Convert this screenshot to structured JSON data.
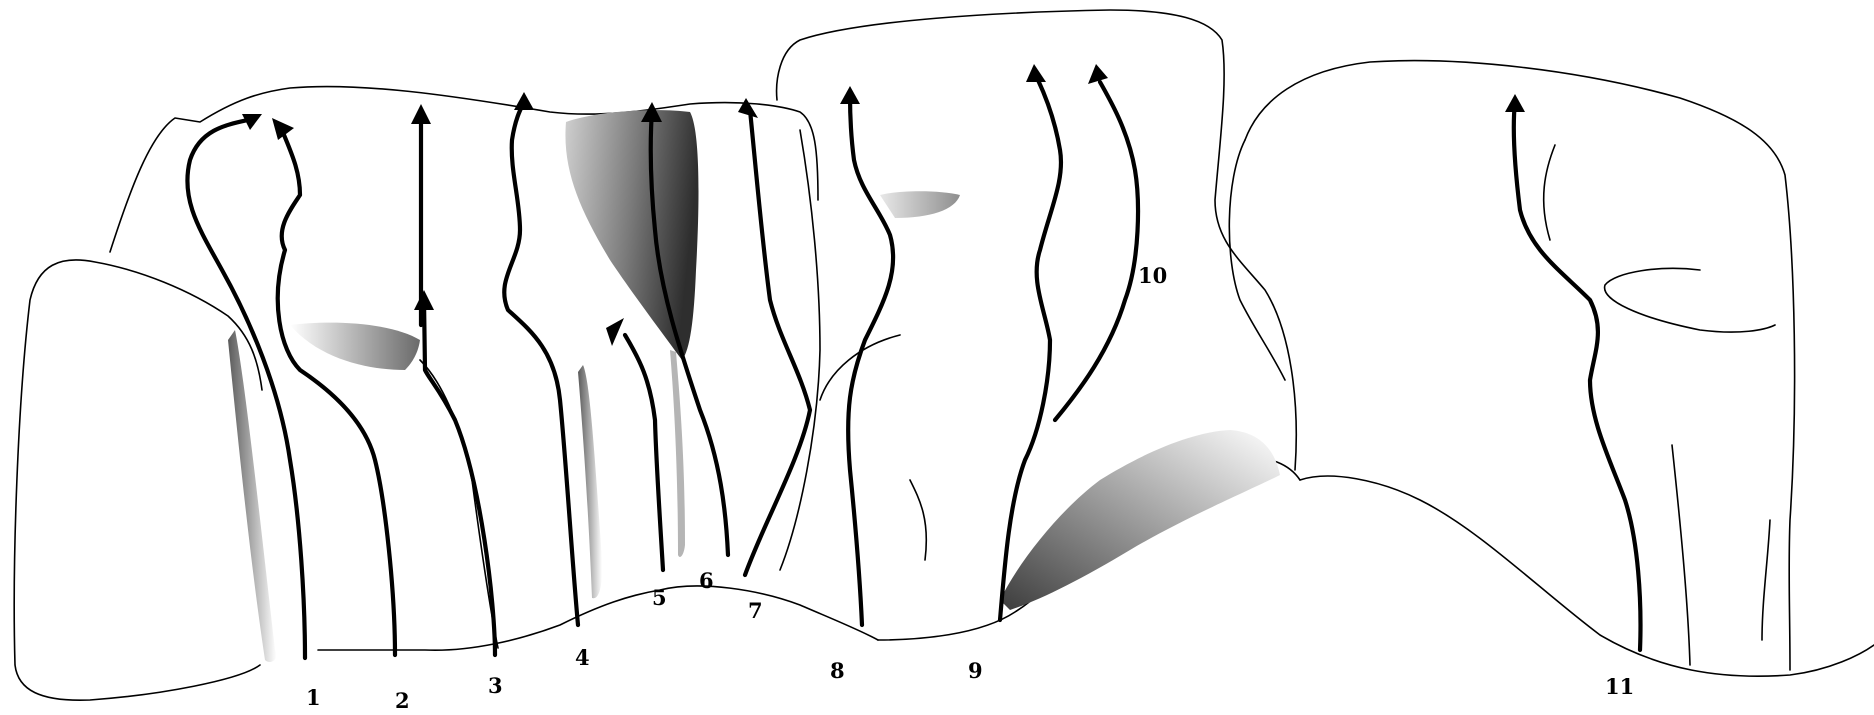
{
  "figure": {
    "labels": [
      "1",
      "2",
      "3",
      "4",
      "5",
      "6",
      "7",
      "8",
      "9",
      "10",
      "11"
    ]
  },
  "colors": {
    "line": "#000000",
    "shade_dark": "#3a3a3a",
    "shade_light": "#ffffff",
    "background": "#ffffff"
  }
}
